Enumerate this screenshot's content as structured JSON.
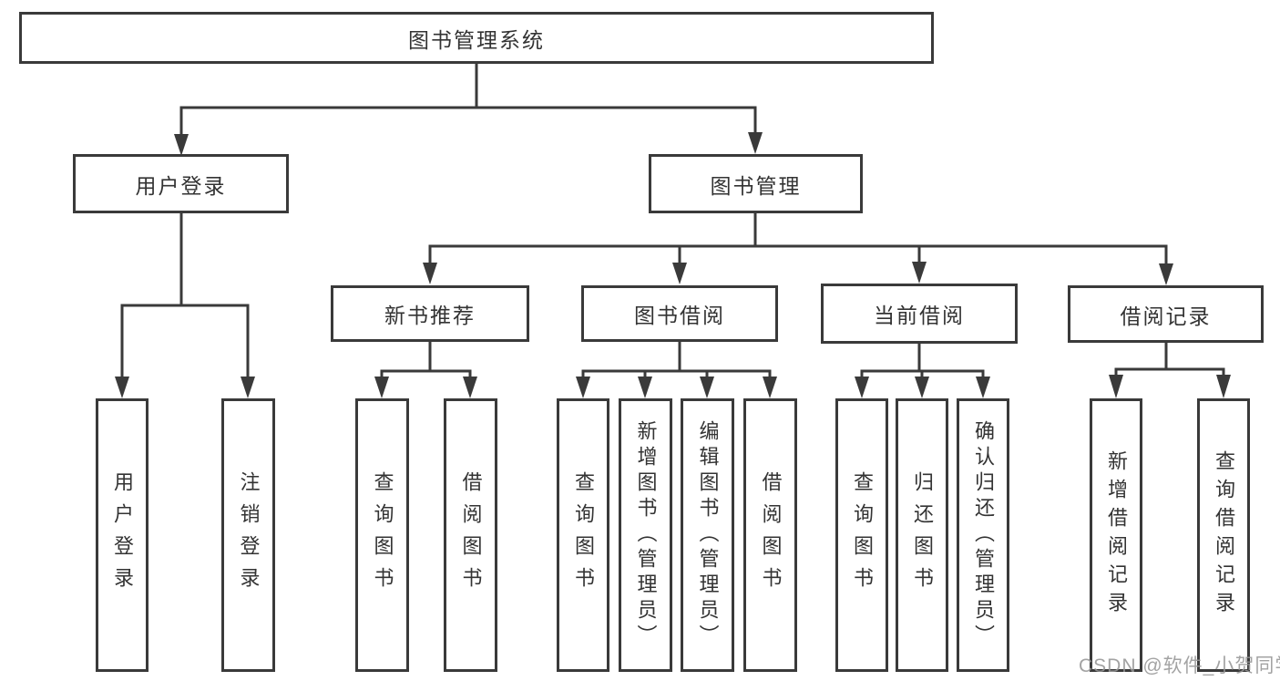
{
  "diagram": {
    "type": "hierarchy-tree",
    "colors": {
      "line": "#3a3a3a",
      "box_border": "#3a3a3a",
      "text": "#333333",
      "background": "#ffffff",
      "watermark": "#969696"
    },
    "watermark": "CSDN @软件_小贺同学",
    "nodes": {
      "root": {
        "label": "图书管理系统"
      },
      "user_login": {
        "label": "用户登录"
      },
      "book_mgmt": {
        "label": "图书管理"
      },
      "new_book_rec": {
        "label": "新书推荐"
      },
      "book_borrow": {
        "label": "图书借阅"
      },
      "current_borrow": {
        "label": "当前借阅"
      },
      "borrow_records": {
        "label": "借阅记录"
      },
      "leaf_user_login": {
        "label": "用户登录"
      },
      "leaf_logout": {
        "label": "注销登录"
      },
      "leaf_query_book_1": {
        "label": "查询图书"
      },
      "leaf_borrow_book_1": {
        "label": "借阅图书"
      },
      "leaf_query_book_2": {
        "label": "查询图书"
      },
      "leaf_add_book": {
        "label": "新增图书（管理员）"
      },
      "leaf_edit_book": {
        "label": "编辑图书（管理员）"
      },
      "leaf_borrow_book_2": {
        "label": "借阅图书"
      },
      "leaf_query_book_3": {
        "label": "查询图书"
      },
      "leaf_return_book": {
        "label": "归还图书"
      },
      "leaf_confirm_return": {
        "label": "确认归还（管理员）"
      },
      "leaf_add_record": {
        "label": "新增借阅记录"
      },
      "leaf_query_record": {
        "label": "查询借阅记录"
      }
    },
    "hierarchy": {
      "图书管理系统": {
        "用户登录": [
          "用户登录",
          "注销登录"
        ],
        "图书管理": {
          "新书推荐": [
            "查询图书",
            "借阅图书"
          ],
          "图书借阅": [
            "查询图书",
            "新增图书（管理员）",
            "编辑图书（管理员）",
            "借阅图书"
          ],
          "当前借阅": [
            "查询图书",
            "归还图书",
            "确认归还（管理员）"
          ],
          "借阅记录": [
            "新增借阅记录",
            "查询借阅记录"
          ]
        }
      }
    }
  }
}
